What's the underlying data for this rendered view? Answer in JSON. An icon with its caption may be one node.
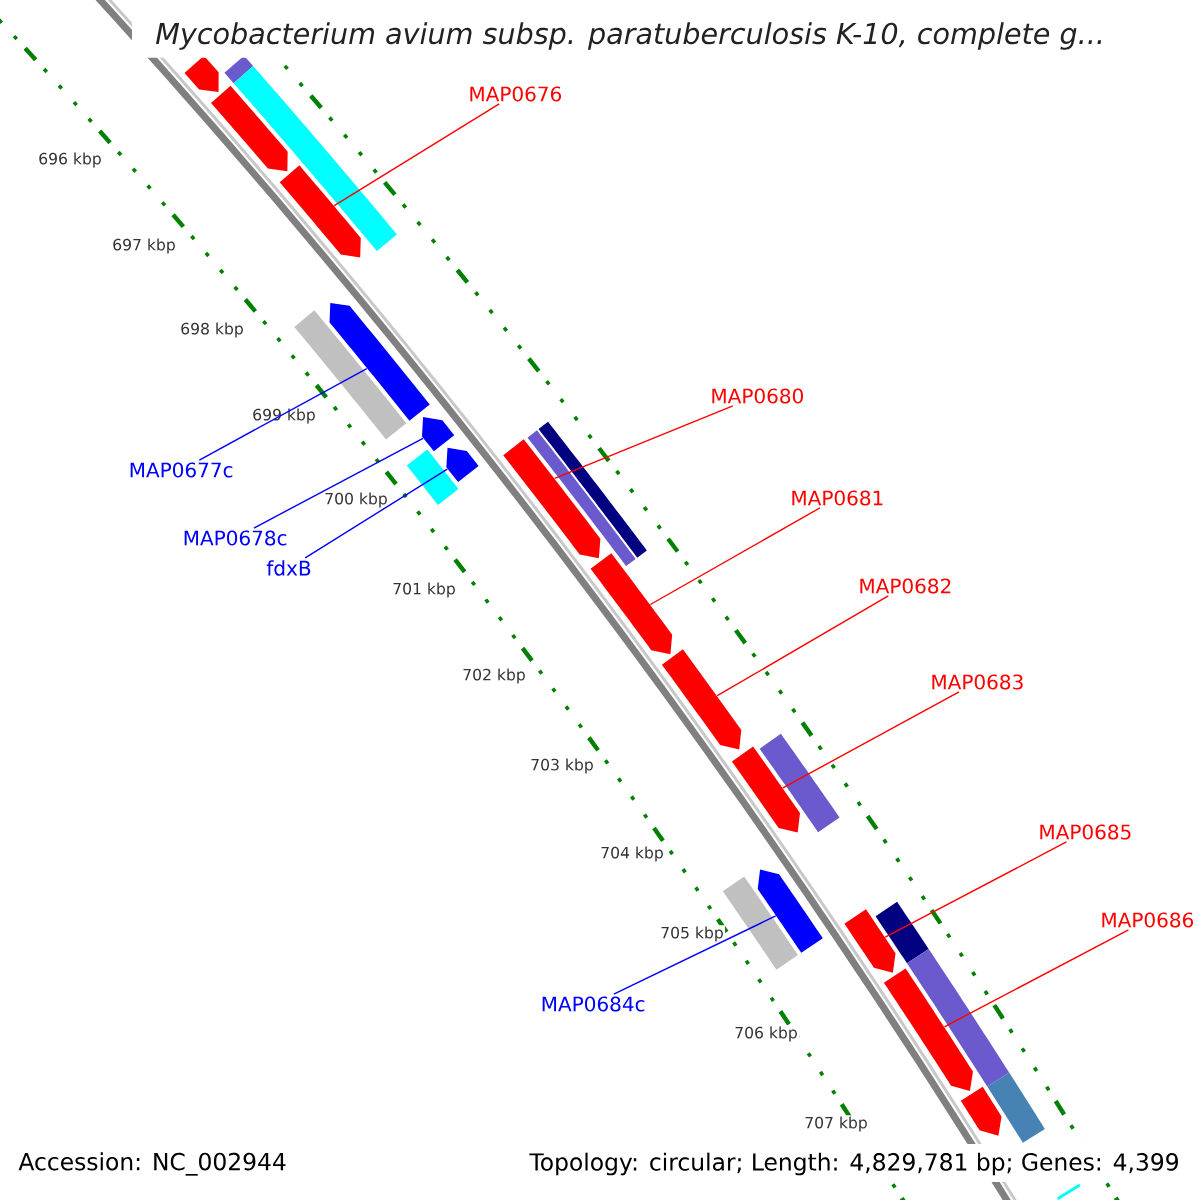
{
  "diagram": {
    "title": "Mycobacterium avium subsp. paratuberculosis K-10, complete g...",
    "nodes": [
      {
        "text": [
          "MAP0676"
        ]
      },
      {
        "text": [
          "MAP0677c"
        ]
      },
      {
        "text": [
          "MAP0678c"
        ]
      },
      {
        "text": [
          "fdxB"
        ]
      },
      {
        "text": [
          "MAP0680"
        ]
      },
      {
        "text": [
          "MAP0681"
        ]
      },
      {
        "text": [
          "MAP0682"
        ]
      },
      {
        "text": [
          "MAP0683"
        ]
      },
      {
        "text": [
          "MAP0684c"
        ]
      },
      {
        "text": [
          "MAP0685"
        ]
      },
      {
        "text": [
          "MAP0686"
        ]
      },
      {
        "text": [],
        "shape": "pentagon"
      },
      {
        "text": [],
        "shape": "pentagon"
      },
      {
        "text": [],
        "shape": "pentagon"
      },
      {
        "text": [],
        "shape": "pentagon"
      },
      {
        "text": [],
        "shape": "pentagon"
      },
      {
        "text": [],
        "shape": "pentagon"
      },
      {
        "text": [],
        "shape": "pentagon"
      },
      {
        "text": [],
        "shape": "pentagon"
      },
      {
        "text": [],
        "shape": "pentagon"
      },
      {
        "text": [],
        "shape": "pentagon"
      },
      {
        "text": [],
        "shape": "bar"
      },
      {
        "text": [],
        "shape": "bar"
      },
      {
        "text": [],
        "shape": "bar"
      },
      {
        "text": [],
        "shape": "bar"
      },
      {
        "text": [],
        "shape": "bar"
      },
      {
        "text": [],
        "shape": "bar"
      },
      {
        "text": [],
        "shape": "bar"
      },
      {
        "text": [],
        "shape": "bar"
      },
      {
        "text": [],
        "shape": "bar"
      },
      {
        "text": [],
        "shape": "pentagon"
      },
      {
        "text": [],
        "shape": "pentagon"
      },
      {
        "text": [],
        "shape": "pentagon"
      },
      {
        "text": [],
        "shape": "pentagon"
      },
      {
        "text": [],
        "shape": "bar"
      },
      {
        "text": [],
        "shape": "bar"
      },
      {
        "text": [],
        "shape": "bar"
      }
    ],
    "edges": [
      {
        "from": 0,
        "to": 13,
        "arrow": "none"
      },
      {
        "from": 1,
        "to": 30,
        "arrow": "none",
        "color": "#0000ff"
      },
      {
        "from": 2,
        "to": 31,
        "arrow": "none",
        "color": "#0000ff"
      },
      {
        "from": 3,
        "to": 32,
        "arrow": "none",
        "color": "#0000ff"
      },
      {
        "from": 4,
        "to": 14,
        "arrow": "none"
      },
      {
        "from": 5,
        "to": 15,
        "arrow": "none"
      },
      {
        "from": 6,
        "to": 16,
        "arrow": "none"
      },
      {
        "from": 7,
        "to": 17,
        "arrow": "none"
      },
      {
        "from": 8,
        "to": 33,
        "arrow": "none",
        "color": "#0000ff"
      },
      {
        "from": 9,
        "to": 18,
        "arrow": "none"
      },
      {
        "from": 10,
        "to": 19,
        "arrow": "none"
      }
    ],
    "labels": [
      "696 kbp",
      "697 kbp",
      "698 kbp",
      "699 kbp",
      "700 kbp",
      "701 kbp",
      "702 kbp",
      "703 kbp",
      "704 kbp",
      "705 kbp",
      "706 kbp",
      "707 kbp",
      "Accession: NC_002944",
      "Topology: circular; Length: 4,829,781 bp; Genes: 4,399"
    ]
  }
}
